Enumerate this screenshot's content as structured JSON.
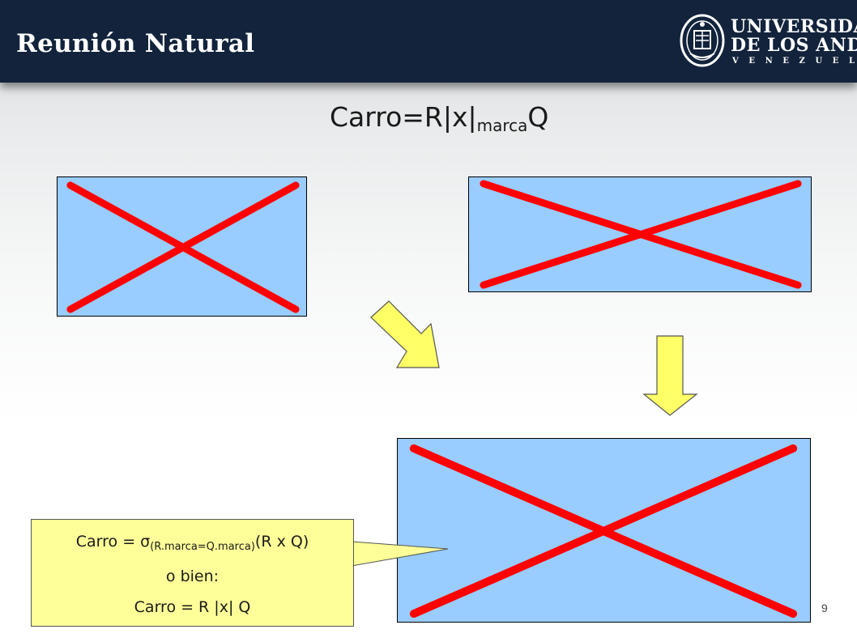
{
  "header": {
    "title": "Reunión Natural",
    "logo": {
      "line1": "UNIVERSIDAD",
      "line2": "DE LOS ANDES",
      "line3": "VENEZUELA",
      "icon": "university-seal-icon"
    },
    "background_color": "#12233b"
  },
  "formula": {
    "main_pre": "Carro=R|x|",
    "main_sub": "marca",
    "main_post": "Q"
  },
  "placeholders": {
    "fill_color": "#99ccff",
    "cross_color": "#ff0000",
    "icon": "broken-image-placeholder-icon"
  },
  "arrows": {
    "fill_color": "#ffff66",
    "icons": [
      "arrow-down-right-icon",
      "arrow-down-icon"
    ]
  },
  "callout": {
    "line1_pre": "Carro = σ",
    "line1_sub": "(R.marca=Q.marca)",
    "line1_post": "(R x Q)",
    "line2": "o bien:",
    "line3": "Carro = R |x| Q",
    "fill_color": "#ffff99"
  },
  "footer": {
    "page_number": "9"
  }
}
